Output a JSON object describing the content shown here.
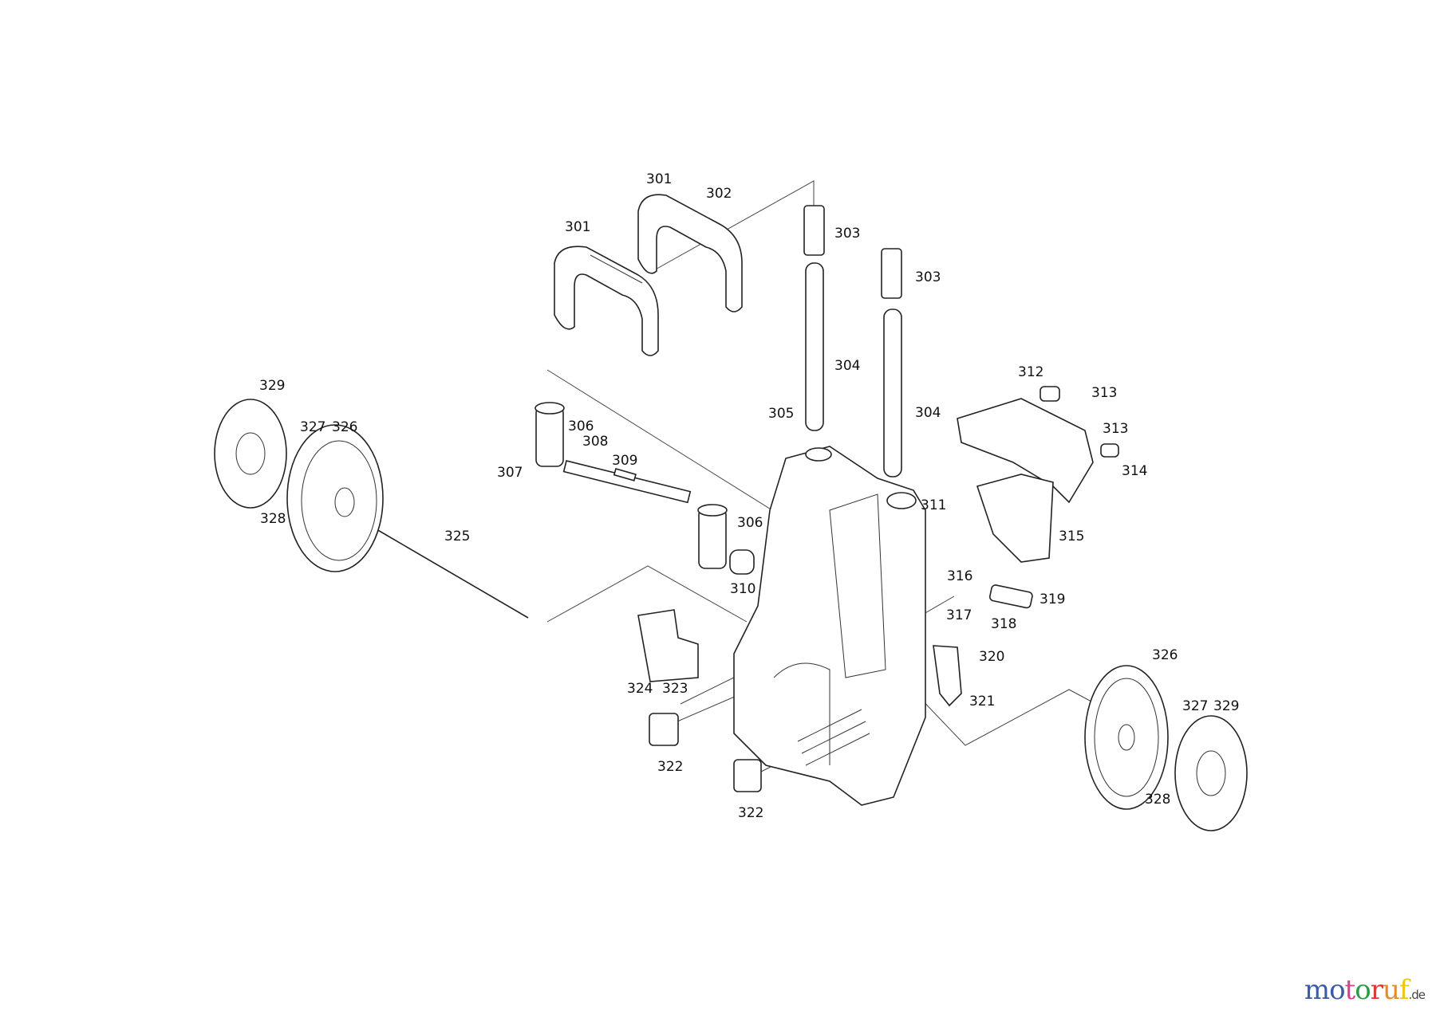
{
  "diagram": {
    "type": "exploded parts diagram",
    "labels": [
      "301",
      "302",
      "301",
      "303",
      "303",
      "304",
      "304",
      "305",
      "306",
      "307",
      "308",
      "309",
      "306",
      "310",
      "311",
      "312",
      "313",
      "313",
      "314",
      "315",
      "316",
      "317",
      "318",
      "319",
      "320",
      "321",
      "322",
      "322",
      "323",
      "324",
      "325",
      "326",
      "327",
      "328",
      "329",
      "326",
      "327",
      "328",
      "329"
    ]
  },
  "logo": {
    "text": "motoruf",
    "suffix": ".de",
    "colors": [
      "#3b5ba5",
      "#3b5ba5",
      "#d9418c",
      "#2e9b47",
      "#e0382f",
      "#e8892b",
      "#f0c419"
    ]
  }
}
